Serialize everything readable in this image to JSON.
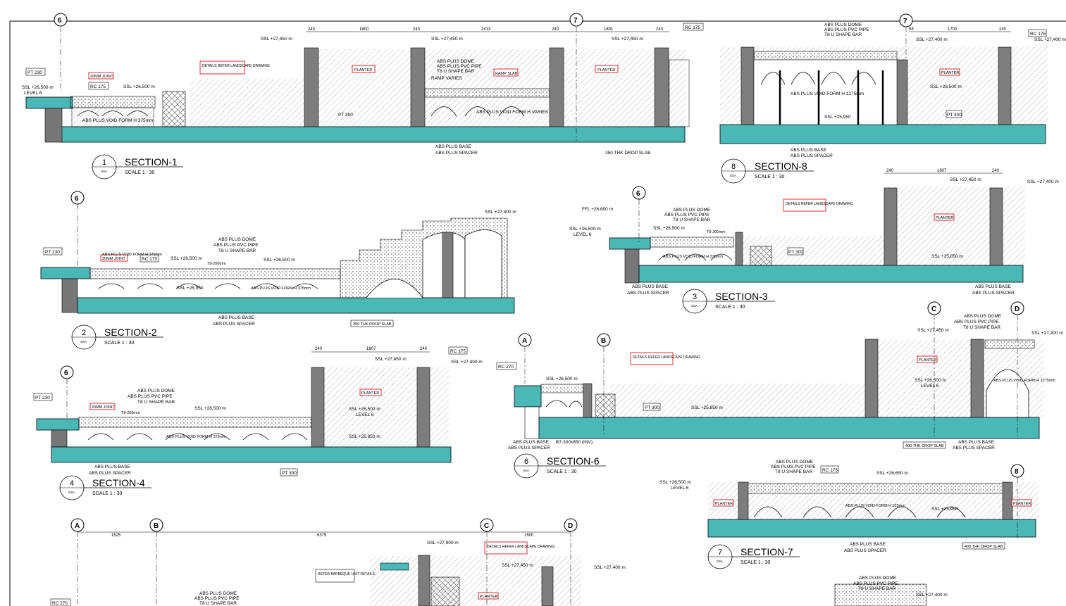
{
  "colors": {
    "slab": "#4bb8b8",
    "wall": "#7d7d7d",
    "line": "#000000",
    "tag": "#d40000"
  },
  "gridlines": {
    "g6a": "6",
    "g7a": "7",
    "g7b": "7",
    "g6b": "6",
    "g6c": "6",
    "g6d": "6",
    "gA1": "A",
    "gB1": "B",
    "gC1": "C",
    "gD1": "D",
    "gA2": "A",
    "gB2": "B",
    "gC2": "C",
    "gD2": "D",
    "g8": "8"
  },
  "dims_top": {
    "d1": "240",
    "d2": "1800",
    "d3": "240",
    "d4": "2413",
    "d5": "240",
    "d6": "1801",
    "d7": "240",
    "d8": "1700",
    "d9": "240",
    "d10": "58"
  },
  "sections": [
    {
      "num": "1",
      "ref": "SSA",
      "title": "SECTION-1",
      "scale": "SCALE  1 : 30"
    },
    {
      "num": "8",
      "ref": "SSA",
      "title": "SECTION-8",
      "scale": "SCALE  1 : 30"
    },
    {
      "num": "2",
      "ref": "SSA",
      "title": "SECTION-2",
      "scale": "SCALE  1 : 30"
    },
    {
      "num": "3",
      "ref": "SSA",
      "title": "SECTION-3",
      "scale": "SCALE  1 : 30"
    },
    {
      "num": "4",
      "ref": "SSA",
      "title": "SECTION-4",
      "scale": "SCALE  1 : 30"
    },
    {
      "num": "6",
      "ref": "SSA",
      "title": "SECTION-6",
      "scale": "SCALE  1 : 30"
    },
    {
      "num": "7",
      "ref": "SSA",
      "title": "SECTION-7",
      "scale": "SCALE  1 : 30"
    }
  ],
  "levels": {
    "ssl_27450": "SSL +27,450 m",
    "ssl_27400": "SSL +27,400 m",
    "ssl_26500": "SSL +26,500 m",
    "ssl_26500_b": "SSL +26.500 m",
    "ssl_25950": "SSL +25,950",
    "ssl_25850": "SSL +25,850 m",
    "ssl_26650": "SSL +26,650 m",
    "ssl_27900": "SSL +27,900 m",
    "ffl_26600": "FFL +26,600 m",
    "level6": "LEVEL 6"
  },
  "tags": {
    "pt230": "PT 230",
    "pt300": "PT 300",
    "rc175": "RC 175",
    "rc270": "RC 270",
    "planter": "PLANTER",
    "joint": "20MM JOINT",
    "ramp_slab": "RAMP SLAB",
    "details": "DETAILS REFER LANDSCAPE DRAWING",
    "bbq": "REFER BARBEQUE UNIT DETAILS"
  },
  "notes": {
    "dome": "ABS PLUS DOME",
    "pipe": "ABS PLUS PVC PIPE",
    "ubar": "T8 U SHAPE BAR",
    "ramp": "RAMP VARIES",
    "void375": "ABS PLUS VOID FORM H 375mm",
    "void_var": "ABS PLUS VOID FORM H VARIES",
    "void1275": "ABS PLUS VOID FORM H 1275mm",
    "void525": "ABS PLUS VOID FORM H 525mm",
    "base": "ABS PLUS BASE",
    "spacer": "ABS PLUS SPACER",
    "drop350": "350 THK DROP SLAB",
    "drop400": "400 THK DROP SLAB",
    "t8": "T8-200mm",
    "beam": "B7-300x850 (INV)"
  }
}
